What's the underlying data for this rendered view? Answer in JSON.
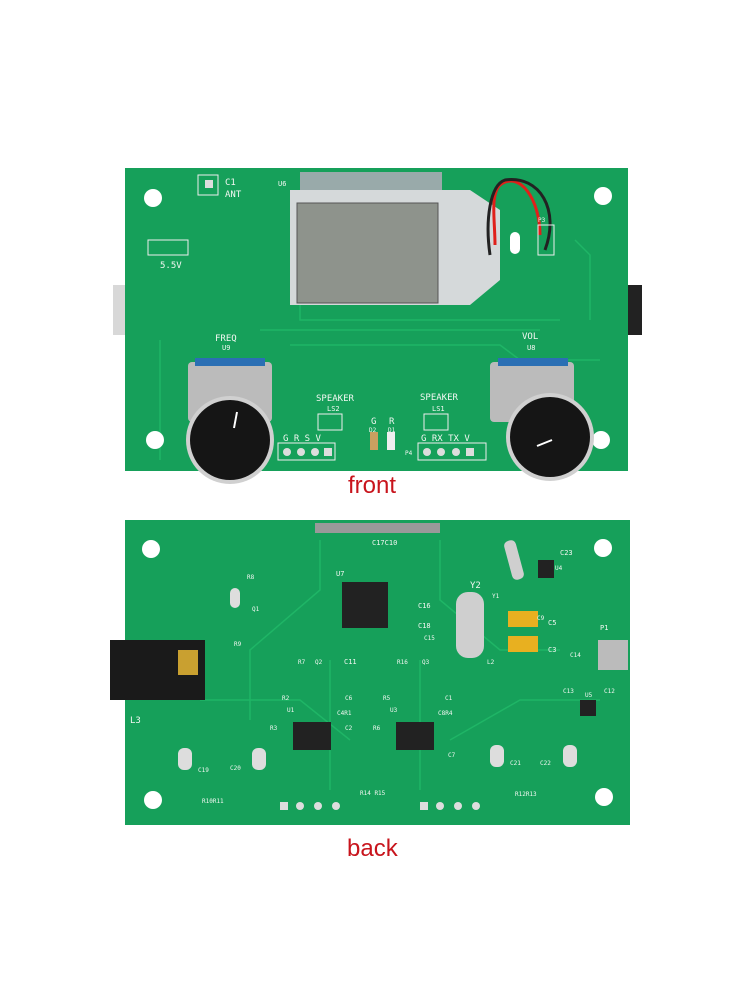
{
  "colors": {
    "pcb": "#16a05a",
    "pcb_dark": "#0f8a4a",
    "trace": "#1cb062",
    "caption": "#c8141c"
  },
  "front": {
    "caption": "front",
    "labels": {
      "c1": "C1",
      "ant": "ANT",
      "u6": "U6",
      "v55": "5.5V",
      "freq": "FREQ",
      "u9": "U9",
      "vol": "VOL",
      "u8": "U8",
      "speaker_left": "SPEAKER",
      "ls2": "LS2",
      "speaker_right": "SPEAKER",
      "ls1": "LS1",
      "pins_left": "G  R  S  V",
      "pins_right": "G RX TX V",
      "p4": "P4",
      "g": "G",
      "d2": "D2",
      "r": "R",
      "d1": "D1",
      "p3": "P3"
    }
  },
  "back": {
    "caption": "back",
    "labels": {
      "u7": "U7",
      "y2": "Y2",
      "y1": "Y1",
      "c23": "C23",
      "u4": "U4",
      "c17c10": "C17C10",
      "c16": "C16",
      "c18": "C18",
      "c15": "C15",
      "c11": "C11",
      "c9": "C9",
      "c5": "C5",
      "c3": "C3",
      "p1": "P1",
      "c14": "C14",
      "c13": "C13",
      "u5": "U5",
      "c12": "C12",
      "l2": "L2",
      "l3": "L3",
      "r8": "R8",
      "q1": "Q1",
      "r9": "R9",
      "r7": "R7",
      "q2": "Q2",
      "r16": "R16",
      "q3": "Q3",
      "r2": "R2",
      "c6": "C6",
      "r5": "R5",
      "c1": "C1",
      "u1": "U1",
      "c4r1": "C4R1",
      "u3": "U3",
      "c8r4": "C8R4",
      "r3": "R3",
      "c2": "C2",
      "r6": "R6",
      "c7": "C7",
      "c19": "C19",
      "c20": "C20",
      "r10r11": "R10R11",
      "r14r15": "R14 R15",
      "c21": "C21",
      "c22": "C22",
      "r12r13": "R12R13"
    }
  }
}
